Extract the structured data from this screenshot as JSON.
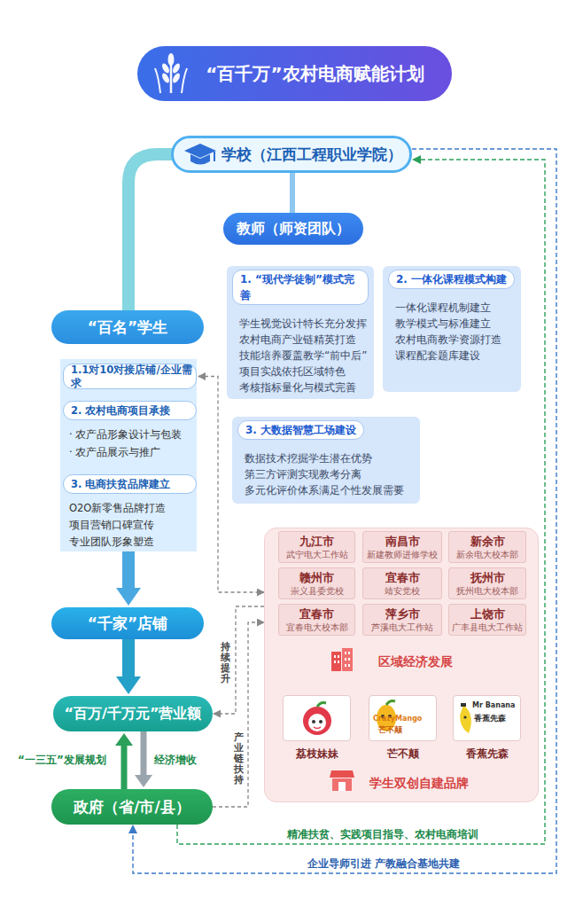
{
  "diagram": {
    "title": "“百千万”农村电商赋能计划",
    "nodes": [
      {
        "text": [
          "“百千万”农村电商赋能计划"
        ]
      },
      {
        "text": [
          "学校（江西工程职业学院）"
        ]
      },
      {
        "text": [
          "教师（师资团队）"
        ]
      },
      {
        "text": [
          "1. “现代学徒制”模式完善",
          "学生视觉设计特长充分发挥",
          "农村电商产业链精英打造",
          "技能培养覆盖教学“前中后”",
          "项目实战依托区域特色",
          "考核指标量化与模式完善"
        ]
      },
      {
        "text": [
          "2. 一体化课程模式构建",
          "一体化课程机制建立",
          "教学模式与标准建立",
          "农村电商教学资源打造",
          "课程配套题库建设"
        ]
      },
      {
        "text": [
          "3. 大数据智慧工场建设",
          "数据技术挖掘学生潜在优势",
          "第三方评测实现教考分离",
          "多元化评价体系满足个性发展需要"
        ]
      },
      {
        "text": [
          "“百名”学生"
        ]
      },
      {
        "text": [
          "· 农产品形象设计与包装",
          "· 农产品展示与推广",
          "O2O新零售品牌打造",
          "项目营销口碑宣传",
          "专业团队形象塑造"
        ]
      },
      {
        "text": [
          "1.1对10对接店铺/企业需求"
        ],
        "in": 7
      },
      {
        "text": [
          "2. 农村电商项目承接"
        ],
        "in": 7
      },
      {
        "text": [
          "3. 电商扶贫品牌建立"
        ],
        "in": 7
      },
      {
        "text": [
          "“千家”店铺"
        ]
      },
      {
        "text": [
          "“百万/千万元”营业额"
        ]
      },
      {
        "text": [
          "政府（省/市/县）"
        ]
      },
      {
        "text": [
          "区域经济发展",
          "学生双创自建品牌"
        ]
      },
      {
        "text": [
          "九江市",
          "武宁电大工作站"
        ],
        "in": 14
      },
      {
        "text": [
          "南昌市",
          "新建教师进修学校"
        ],
        "in": 14
      },
      {
        "text": [
          "新余市",
          "新余电大校本部"
        ],
        "in": 14
      },
      {
        "text": [
          "赣州市",
          "崇义县委党校"
        ],
        "in": 14
      },
      {
        "text": [
          "宜春市",
          "靖安党校"
        ],
        "in": 14
      },
      {
        "text": [
          "抚州市",
          "抚州电大校本部"
        ],
        "in": 14
      },
      {
        "text": [
          "宜春市",
          "宜春电大校本部"
        ],
        "in": 14
      },
      {
        "text": [
          "萍乡市",
          "芦溪电大工作站"
        ],
        "in": 14
      },
      {
        "text": [
          "上饶市",
          "广丰县电大工作站"
        ],
        "in": 14
      },
      {
        "text": [
          "荔枝妹妹"
        ],
        "in": 14
      },
      {
        "text": [
          "芒不颠"
        ],
        "in": 14
      },
      {
        "text": [
          "香蕉先森"
        ],
        "in": 14
      }
    ],
    "edges": [
      {
        "from": 1,
        "to": 6,
        "arrow": "none"
      },
      {
        "from": 1,
        "to": 2,
        "arrow": "none"
      },
      {
        "from": 7,
        "to": 11,
        "arrow": "to"
      },
      {
        "from": 11,
        "to": 12,
        "arrow": "to"
      },
      {
        "from": 13,
        "to": 12,
        "label": "“一三五”发展规划",
        "arrow": "to"
      },
      {
        "from": 12,
        "to": 13,
        "label": "经济增收",
        "arrow": "to"
      },
      {
        "from": 8,
        "to": 14,
        "arrow": "both"
      },
      {
        "from": 14,
        "to": 12,
        "label": "持续提升",
        "arrow": "to"
      },
      {
        "from": 13,
        "to": 14,
        "label": "产业链扶持",
        "arrow": "to"
      },
      {
        "from": 13,
        "to": 1,
        "label": "精准扶贫、实践项目指导、农村电商培训",
        "arrow": "to"
      },
      {
        "from": 1,
        "to": 13,
        "label": "企业导师引进 产教融合基地共建",
        "arrow": "to"
      }
    ],
    "labels": [
      "CrazyMango",
      "芒不颠",
      "Mr Banana",
      "香蕉先森"
    ]
  }
}
